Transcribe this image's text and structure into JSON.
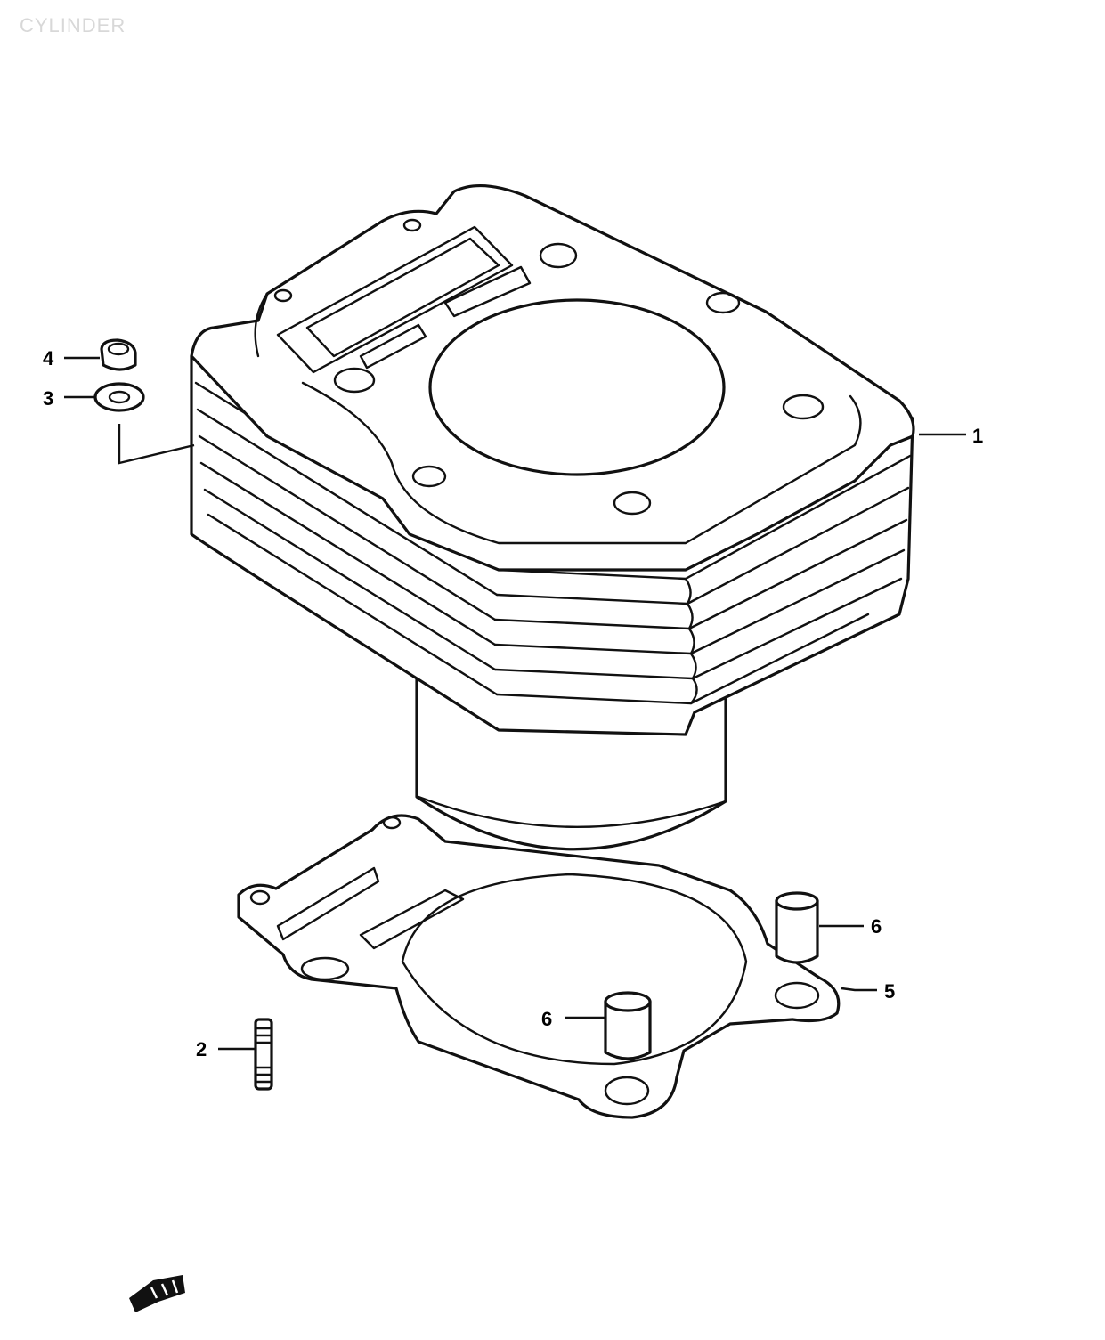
{
  "title": "CYLINDER",
  "callouts": [
    {
      "id": "callout-1",
      "label": "1"
    },
    {
      "id": "callout-2",
      "label": "2"
    },
    {
      "id": "callout-3",
      "label": "3"
    },
    {
      "id": "callout-4",
      "label": "4"
    },
    {
      "id": "callout-5",
      "label": "5"
    },
    {
      "id": "callout-6a",
      "label": "6"
    },
    {
      "id": "callout-6b",
      "label": "6"
    }
  ],
  "parts": [
    "cylinder",
    "stud",
    "washer",
    "nut",
    "gasket",
    "dowel-pin",
    "dowel-pin"
  ],
  "icons": {
    "front": "front-arrow-icon"
  }
}
